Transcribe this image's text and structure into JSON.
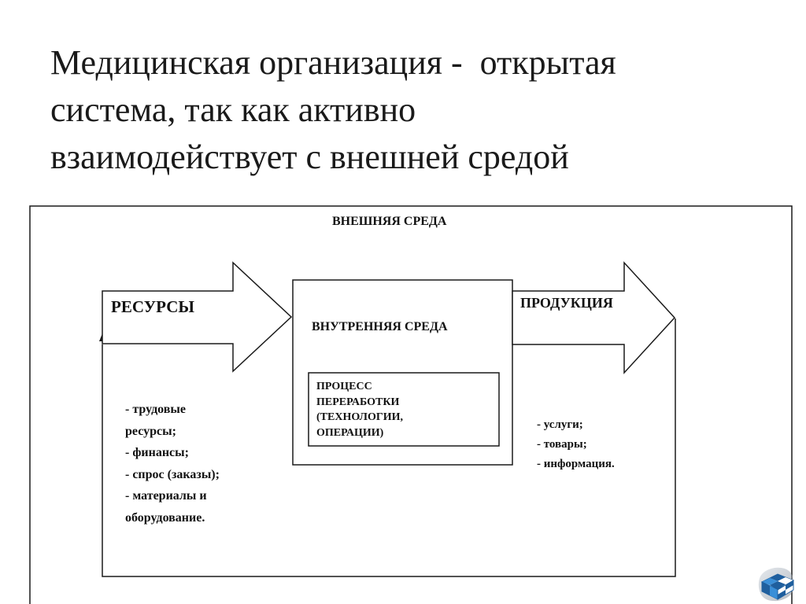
{
  "slide": {
    "title_lines": [
      "Медицинская организация -  открытая",
      "система, так как активно",
      "взаимодействует с внешней средой"
    ]
  },
  "diagram": {
    "outer_label": "ВНЕШНЯЯ СРЕДА",
    "input_arrow_label": "РЕСУРСЫ",
    "inner_label": "ВНУТРЕННЯЯ СРЕДА",
    "output_arrow_label": "ПРОДУКЦИЯ",
    "process_lines": [
      "ПРОЦЕСС",
      "ПЕРЕРАБОТКИ",
      "(ТЕХНОЛОГИИ,",
      "ОПЕРАЦИИ)"
    ],
    "resources_list": [
      "- трудовые",
      "ресурсы;",
      "- финансы;",
      "- спрос (заказы);",
      "- материалы и",
      "оборудование."
    ],
    "products_list": [
      "- услуги;",
      "- товары;",
      "- информация."
    ]
  },
  "logo": {
    "icon": "checkered-cube-logo-icon",
    "colors": [
      "#1f5f9e",
      "#3a8fd8",
      "#9aa5b1",
      "#ffffff"
    ]
  },
  "colors": {
    "line": "#1a1a1a",
    "text": "#111111",
    "background": "#ffffff"
  }
}
